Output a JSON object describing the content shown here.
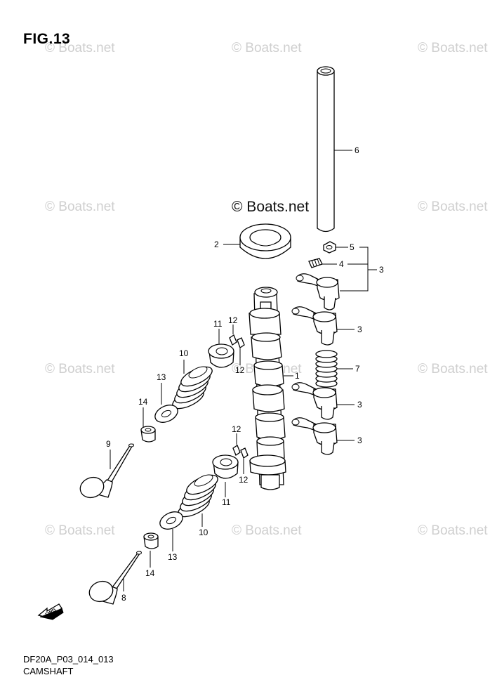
{
  "figure": {
    "title": "FIG.13",
    "code": "DF20A_P03_014_013",
    "name": "CAMSHAFT"
  },
  "watermark": {
    "text": "© Boats.net",
    "center_text": "© Boats.net"
  },
  "callouts": {
    "p1": "1",
    "p2": "2",
    "p3a": "3",
    "p3b": "3",
    "p3c": "3",
    "p3d": "3",
    "p4": "4",
    "p5": "5",
    "p6": "6",
    "p7": "7",
    "p8": "8",
    "p9": "9",
    "p10a": "10",
    "p10b": "10",
    "p11a": "11",
    "p11b": "11",
    "p12a": "12",
    "p12b": "12",
    "p12c": "12",
    "p12d": "12",
    "p13a": "13",
    "p13b": "13",
    "p14a": "14",
    "p14b": "14"
  },
  "fwd_label": "FWD",
  "colors": {
    "line": "#000000",
    "watermark": "#cfcfcf",
    "background": "#ffffff"
  }
}
